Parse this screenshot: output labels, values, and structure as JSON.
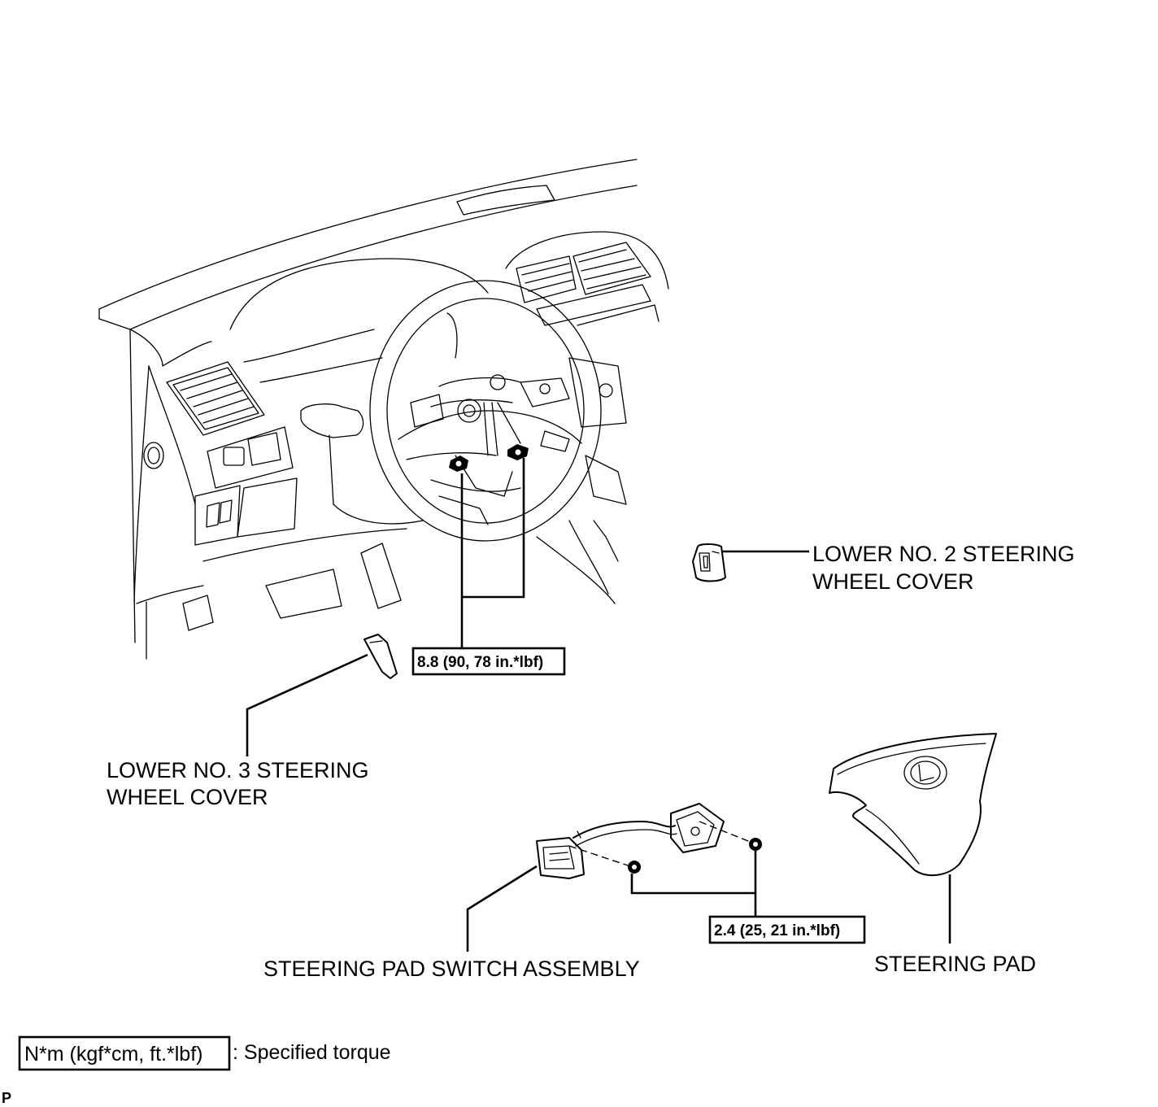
{
  "labels": {
    "lower_no2_cover_line1": "LOWER NO. 2 STEERING",
    "lower_no2_cover_line2": "WHEEL COVER",
    "lower_no3_cover_line1": "LOWER NO. 3 STEERING",
    "lower_no3_cover_line2": "WHEEL COVER",
    "steering_pad_switch_assembly": "STEERING PAD SWITCH ASSEMBLY",
    "steering_pad": "STEERING PAD"
  },
  "torques": {
    "pad_bolts": "8.8 (90, 78 in.*lbf)",
    "switch_screws": "2.4 (25, 21 in.*lbf)"
  },
  "legend": {
    "unit_box": "N*m (kgf*cm, ft.*lbf)",
    "description": ": Specified torque"
  },
  "corner_mark": "P"
}
